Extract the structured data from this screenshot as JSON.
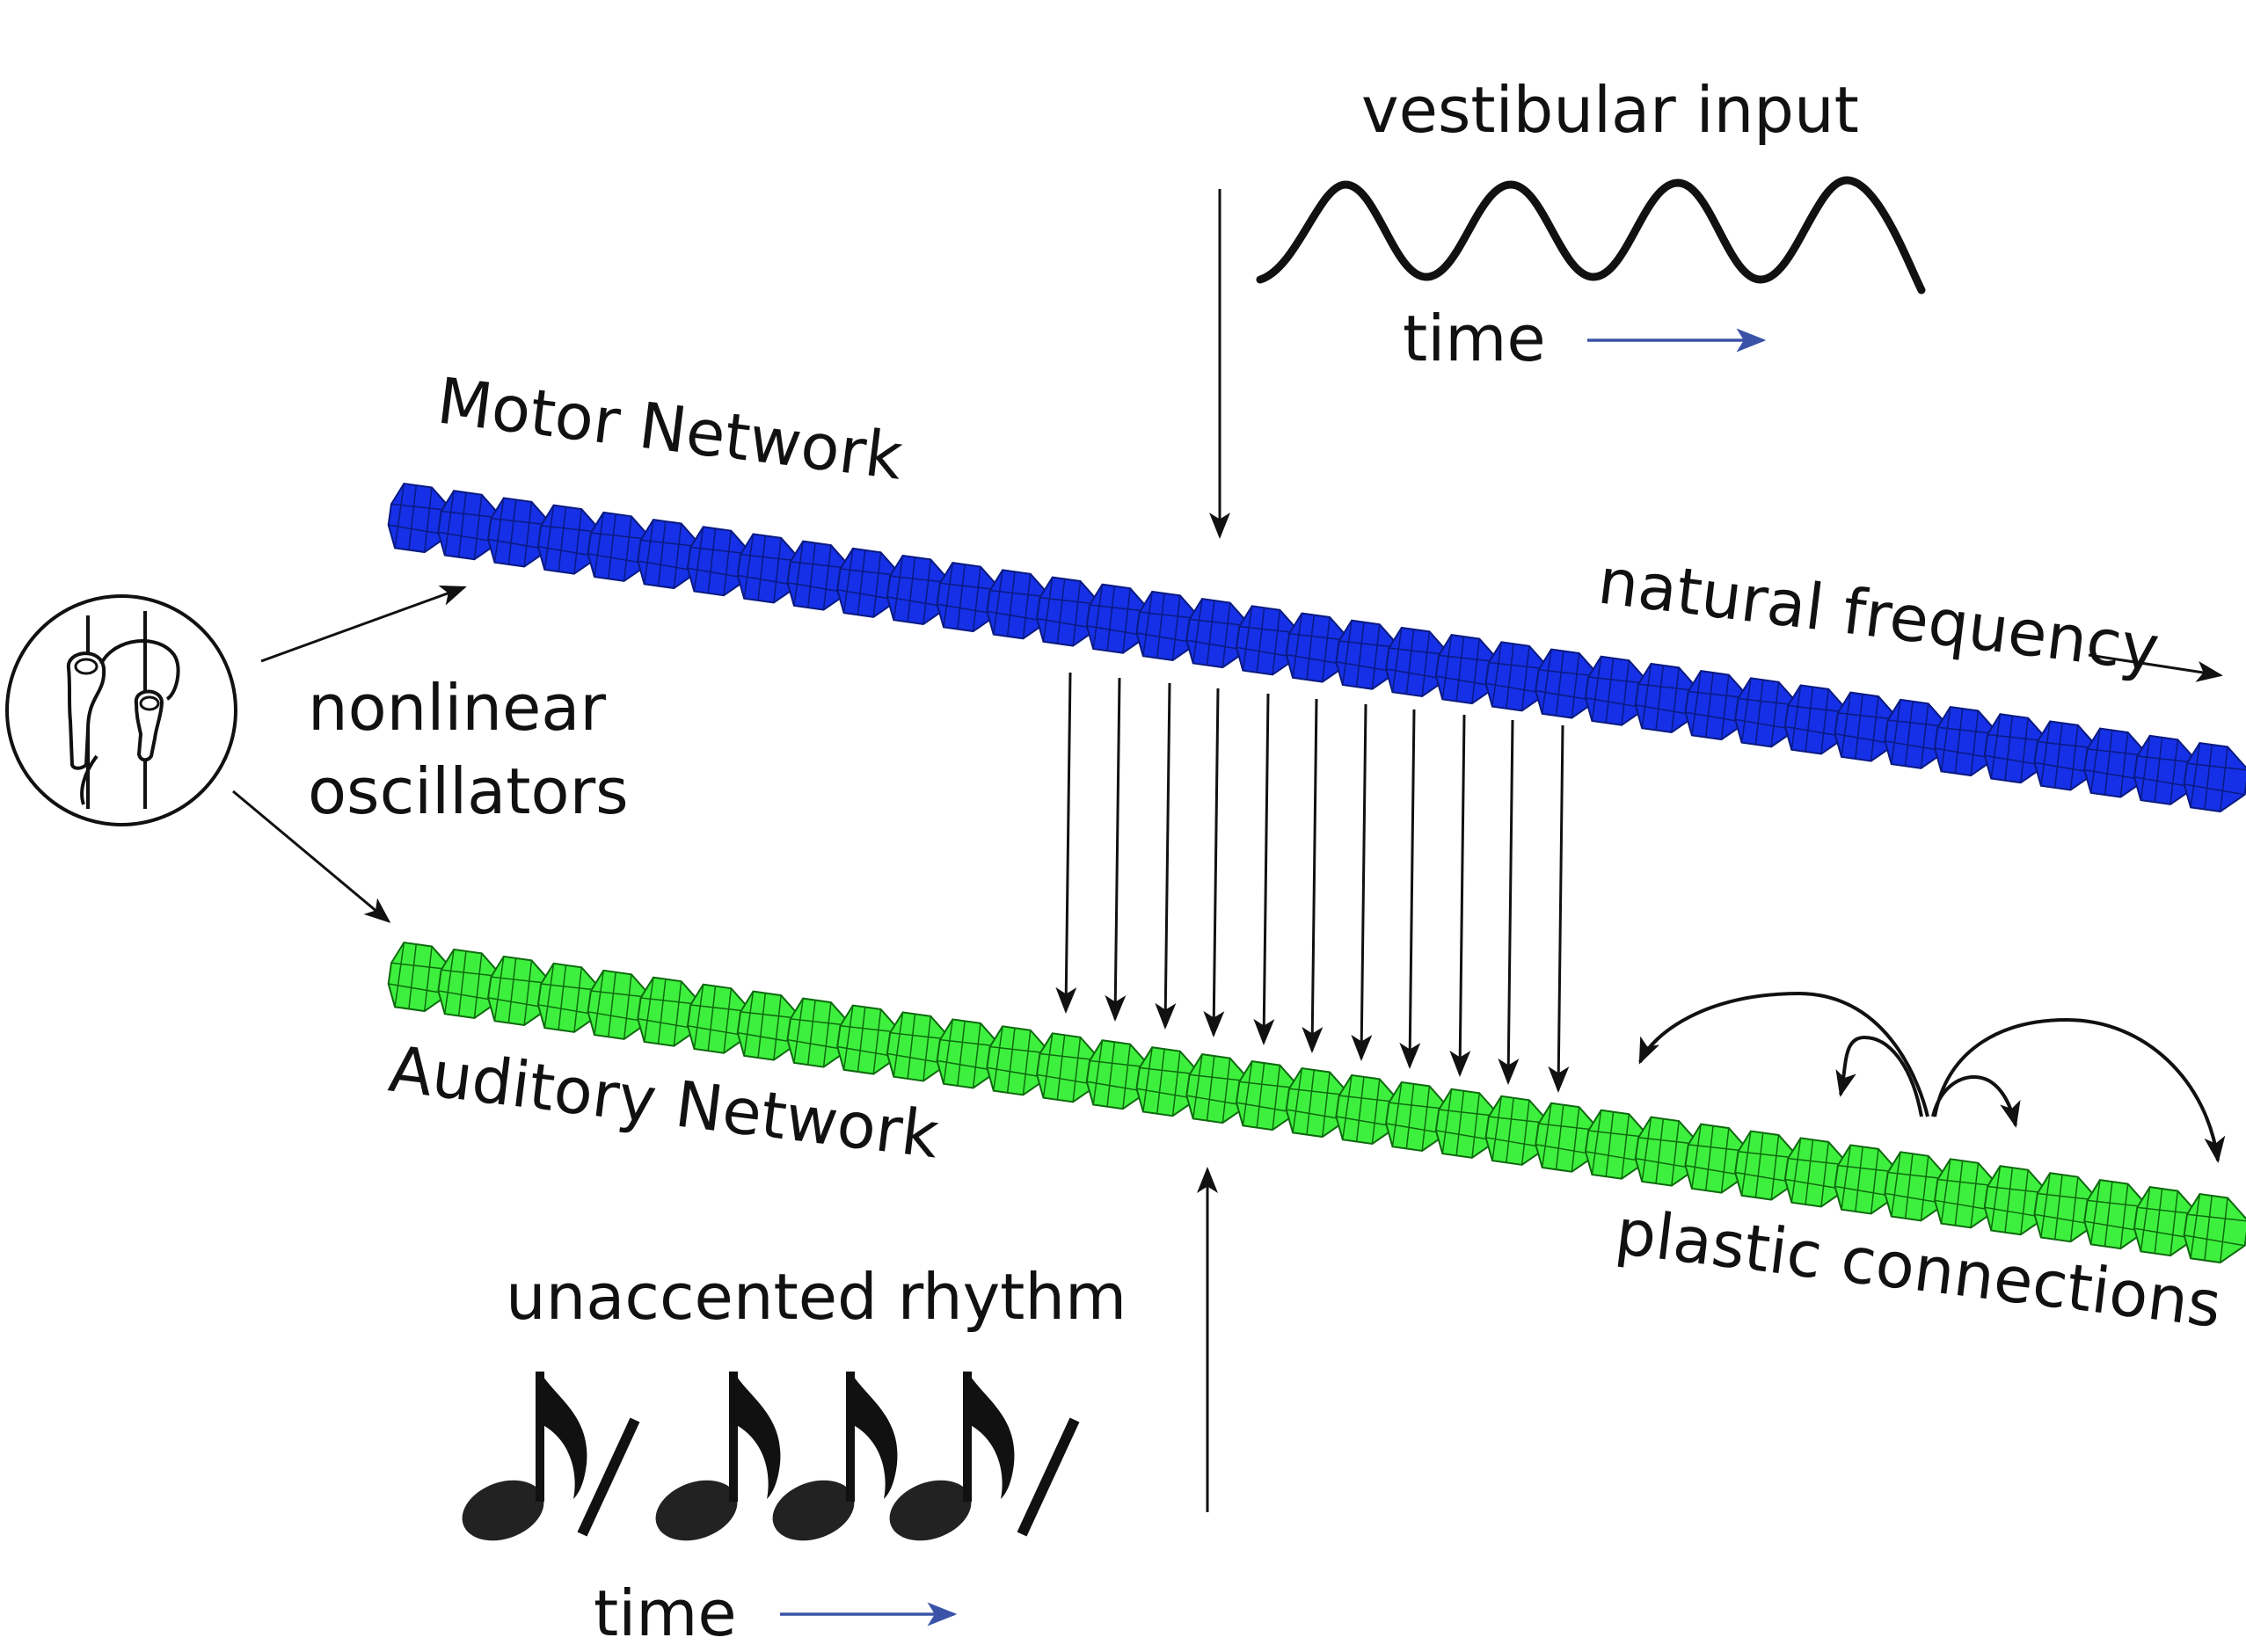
{
  "labels": {
    "vestibular_input": "vestibular input",
    "time_top": "time",
    "motor_network": "Motor Network",
    "natural_frequency": "natural frequency",
    "nonlinear": "nonlinear",
    "oscillators": "oscillators",
    "auditory_network": "Auditory Network",
    "plastic_connections": "plastic connections",
    "unaccented_rhythm": "unaccented rhythm",
    "time_bottom": "time"
  },
  "colors": {
    "motor": "#1530e6",
    "auditory": "#3ef03e",
    "time_arrow": "#3a53a8",
    "ink": "#111111"
  },
  "icons": {
    "inner_ear": "cochlea-hair-cell-icon",
    "notes": [
      "eighth-note-icon",
      "rest-slash-icon",
      "eighth-note-icon",
      "eighth-note-icon",
      "eighth-note-icon",
      "rest-slash-icon"
    ]
  }
}
